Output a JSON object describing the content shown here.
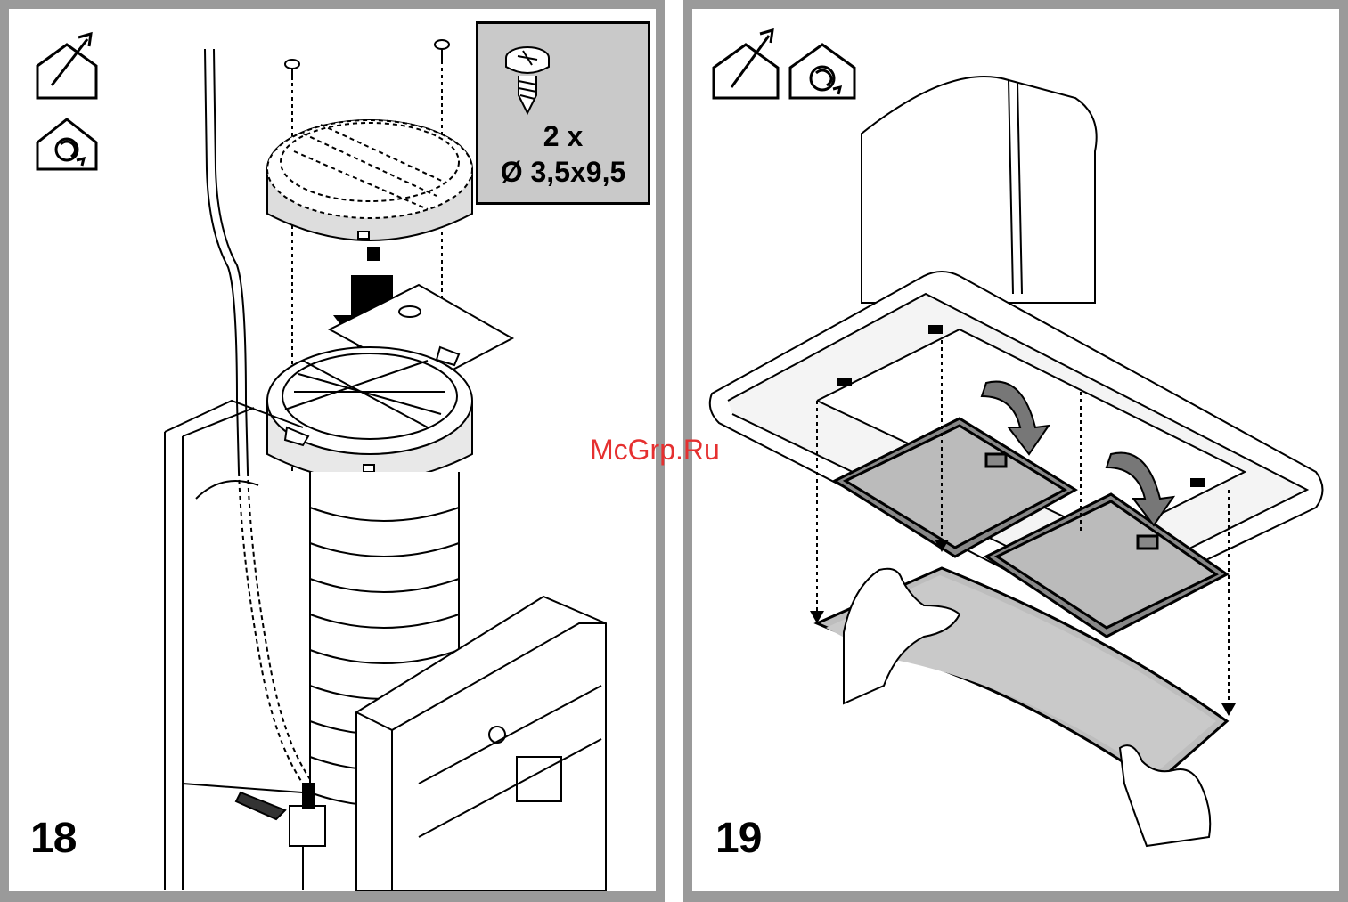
{
  "steps": [
    {
      "number": "18",
      "screw_quantity": "2 x",
      "screw_size": "Ø 3,5x9,5"
    },
    {
      "number": "19"
    }
  ],
  "watermark": "McGrp.Ru",
  "icons": {
    "panel_18": [
      "house-exhaust-icon",
      "house-recirculation-icon"
    ],
    "panel_19": [
      "house-exhaust-icon",
      "house-recirculation-icon"
    ]
  },
  "colors": {
    "frame": "#9a9a9a",
    "watermark": "#e53030",
    "part_fill": "#c9c9c9"
  }
}
